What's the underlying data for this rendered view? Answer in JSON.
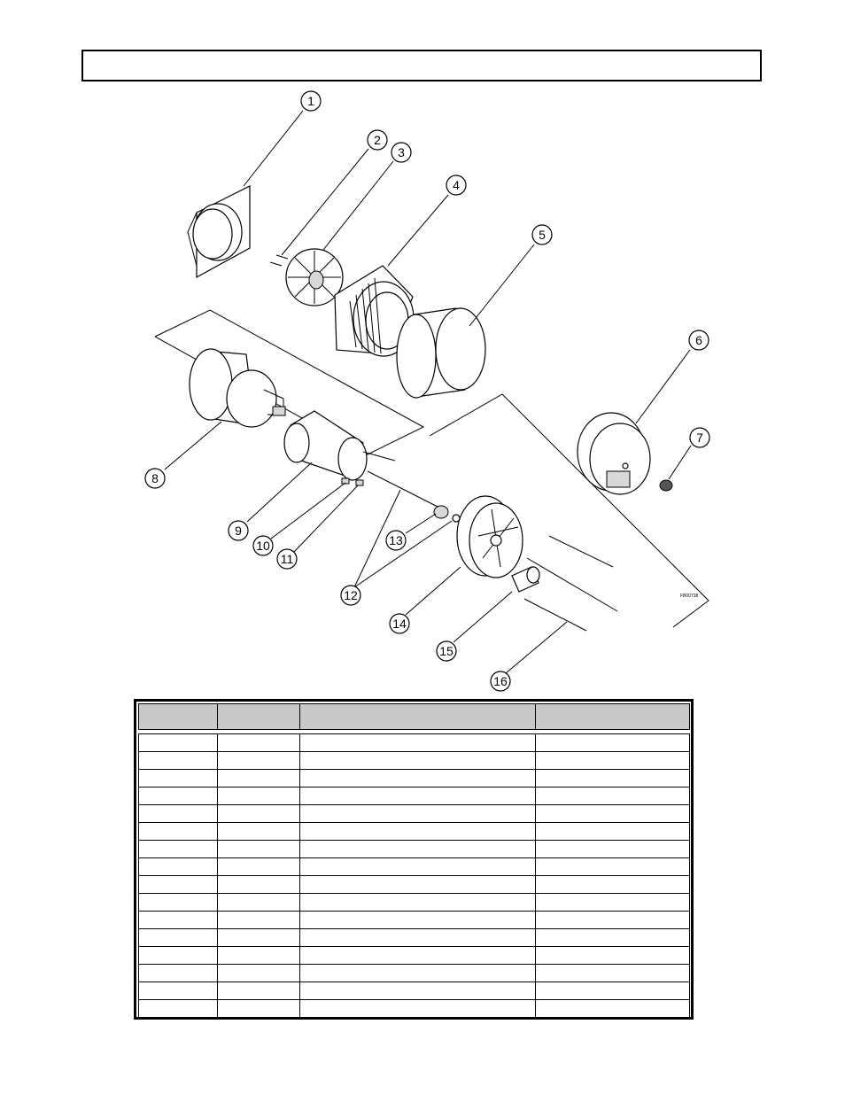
{
  "title": "",
  "figure": {
    "callouts": [
      "1",
      "2",
      "3",
      "4",
      "5",
      "6",
      "7",
      "8",
      "9",
      "10",
      "11",
      "12",
      "13",
      "14",
      "15",
      "16"
    ],
    "figure_code": "FB00738"
  },
  "parts_table": {
    "headers": [
      "",
      "",
      "",
      ""
    ],
    "rows": [
      [
        "",
        "",
        "",
        ""
      ],
      [
        "",
        "",
        "",
        ""
      ],
      [
        "",
        "",
        "",
        ""
      ],
      [
        "",
        "",
        "",
        ""
      ],
      [
        "",
        "",
        "",
        ""
      ],
      [
        "",
        "",
        "",
        ""
      ],
      [
        "",
        "",
        "",
        ""
      ],
      [
        "",
        "",
        "",
        ""
      ],
      [
        "",
        "",
        "",
        ""
      ],
      [
        "",
        "",
        "",
        ""
      ],
      [
        "",
        "",
        "",
        ""
      ],
      [
        "",
        "",
        "",
        ""
      ],
      [
        "",
        "",
        "",
        ""
      ],
      [
        "",
        "",
        "",
        ""
      ],
      [
        "",
        "",
        "",
        ""
      ],
      [
        "",
        "",
        "",
        ""
      ]
    ]
  }
}
